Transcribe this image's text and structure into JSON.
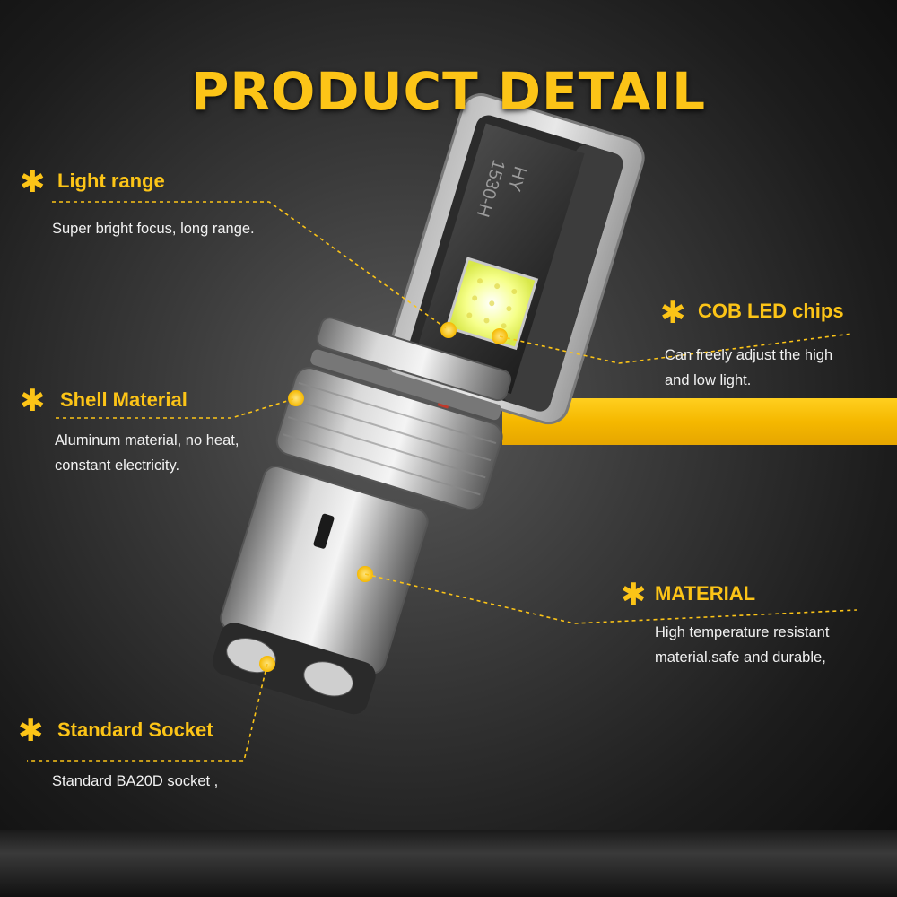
{
  "title": "PRODUCT DETAIL",
  "accent_color": "#fcc417",
  "bulb_marking": [
    "HY",
    "1530-H"
  ],
  "polarity": [
    "-",
    "+"
  ],
  "features": [
    {
      "icon": "asterisk-icon",
      "title": "Light range",
      "desc": [
        "Super bright focus, long range."
      ]
    },
    {
      "icon": "asterisk-icon",
      "title": "COB LED chips",
      "desc": [
        "Can freely adjust the high",
        "and low light."
      ]
    },
    {
      "icon": "asterisk-icon",
      "title": "Shell Material",
      "desc": [
        "Aluminum material, no heat,",
        "constant electricity."
      ]
    },
    {
      "icon": "asterisk-icon",
      "title": "MATERIAL",
      "desc": [
        "High temperature resistant",
        "material.safe and durable,"
      ]
    },
    {
      "icon": "asterisk-icon",
      "title": "Standard Socket",
      "desc": [
        "Standard BA20D socket ,"
      ]
    }
  ]
}
